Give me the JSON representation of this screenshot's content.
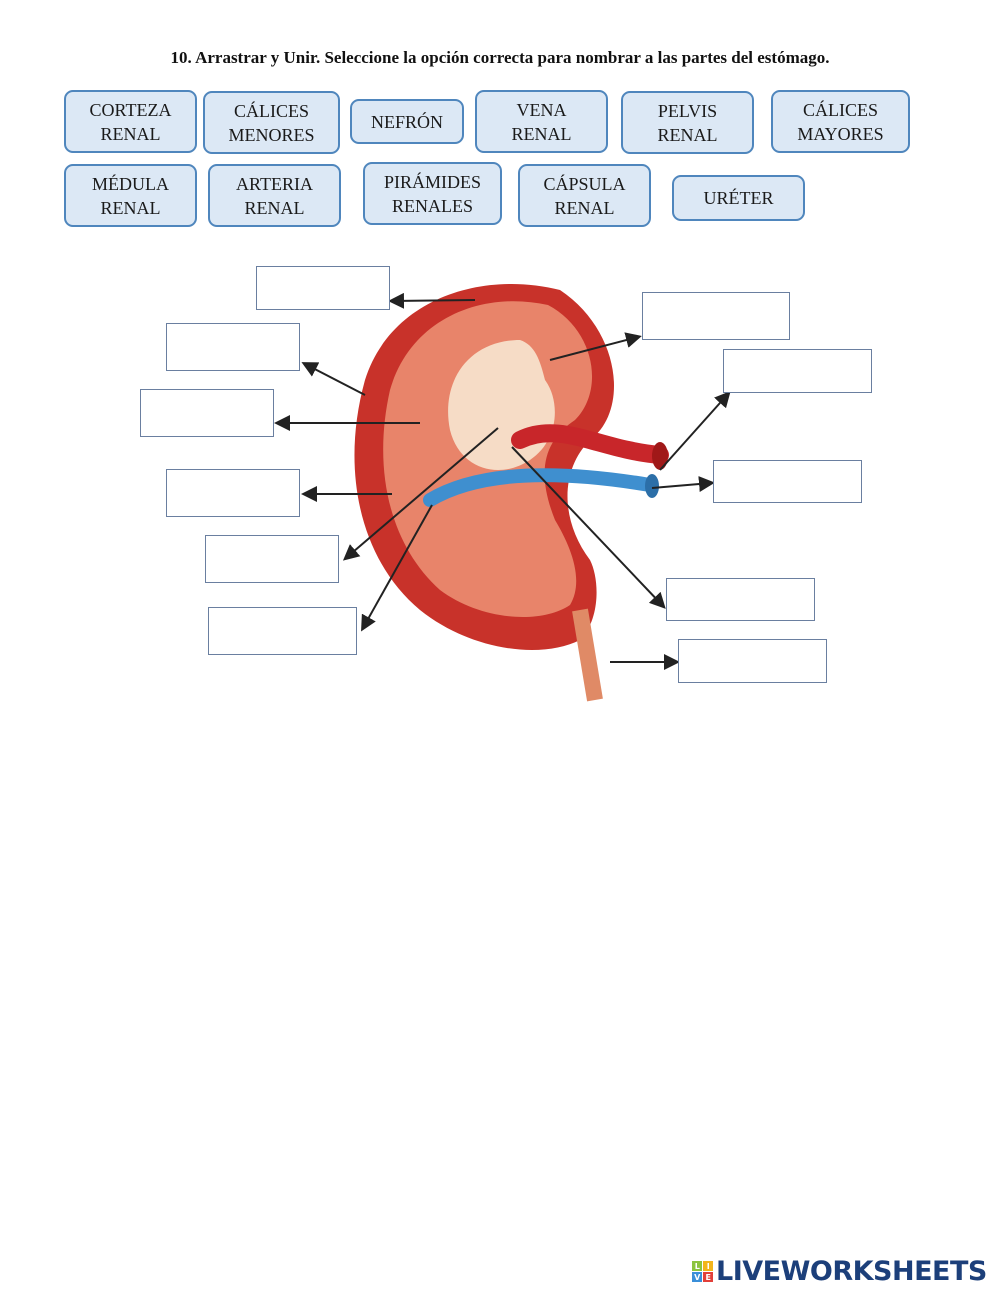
{
  "title": "10. Arrastrar y Unir. Seleccione la opción correcta para nombrar a las partes del estómago.",
  "options": [
    "CORTEZA\nRENAL",
    "CÁLICES\nMENORES",
    "NEFRÓN",
    "VENA\nRENAL",
    "PELVIS\nRENAL",
    "CÁLICES\nMAYORES",
    "MÉDULA\nRENAL",
    "ARTERIA\nRENAL",
    "PIRÁMIDES\nRENALES",
    "CÁPSULA\nRENAL",
    "URÉTER"
  ],
  "logo": {
    "text": "LIVEWORKSHEETS",
    "letters": [
      "L",
      "I",
      "V",
      "E"
    ]
  }
}
